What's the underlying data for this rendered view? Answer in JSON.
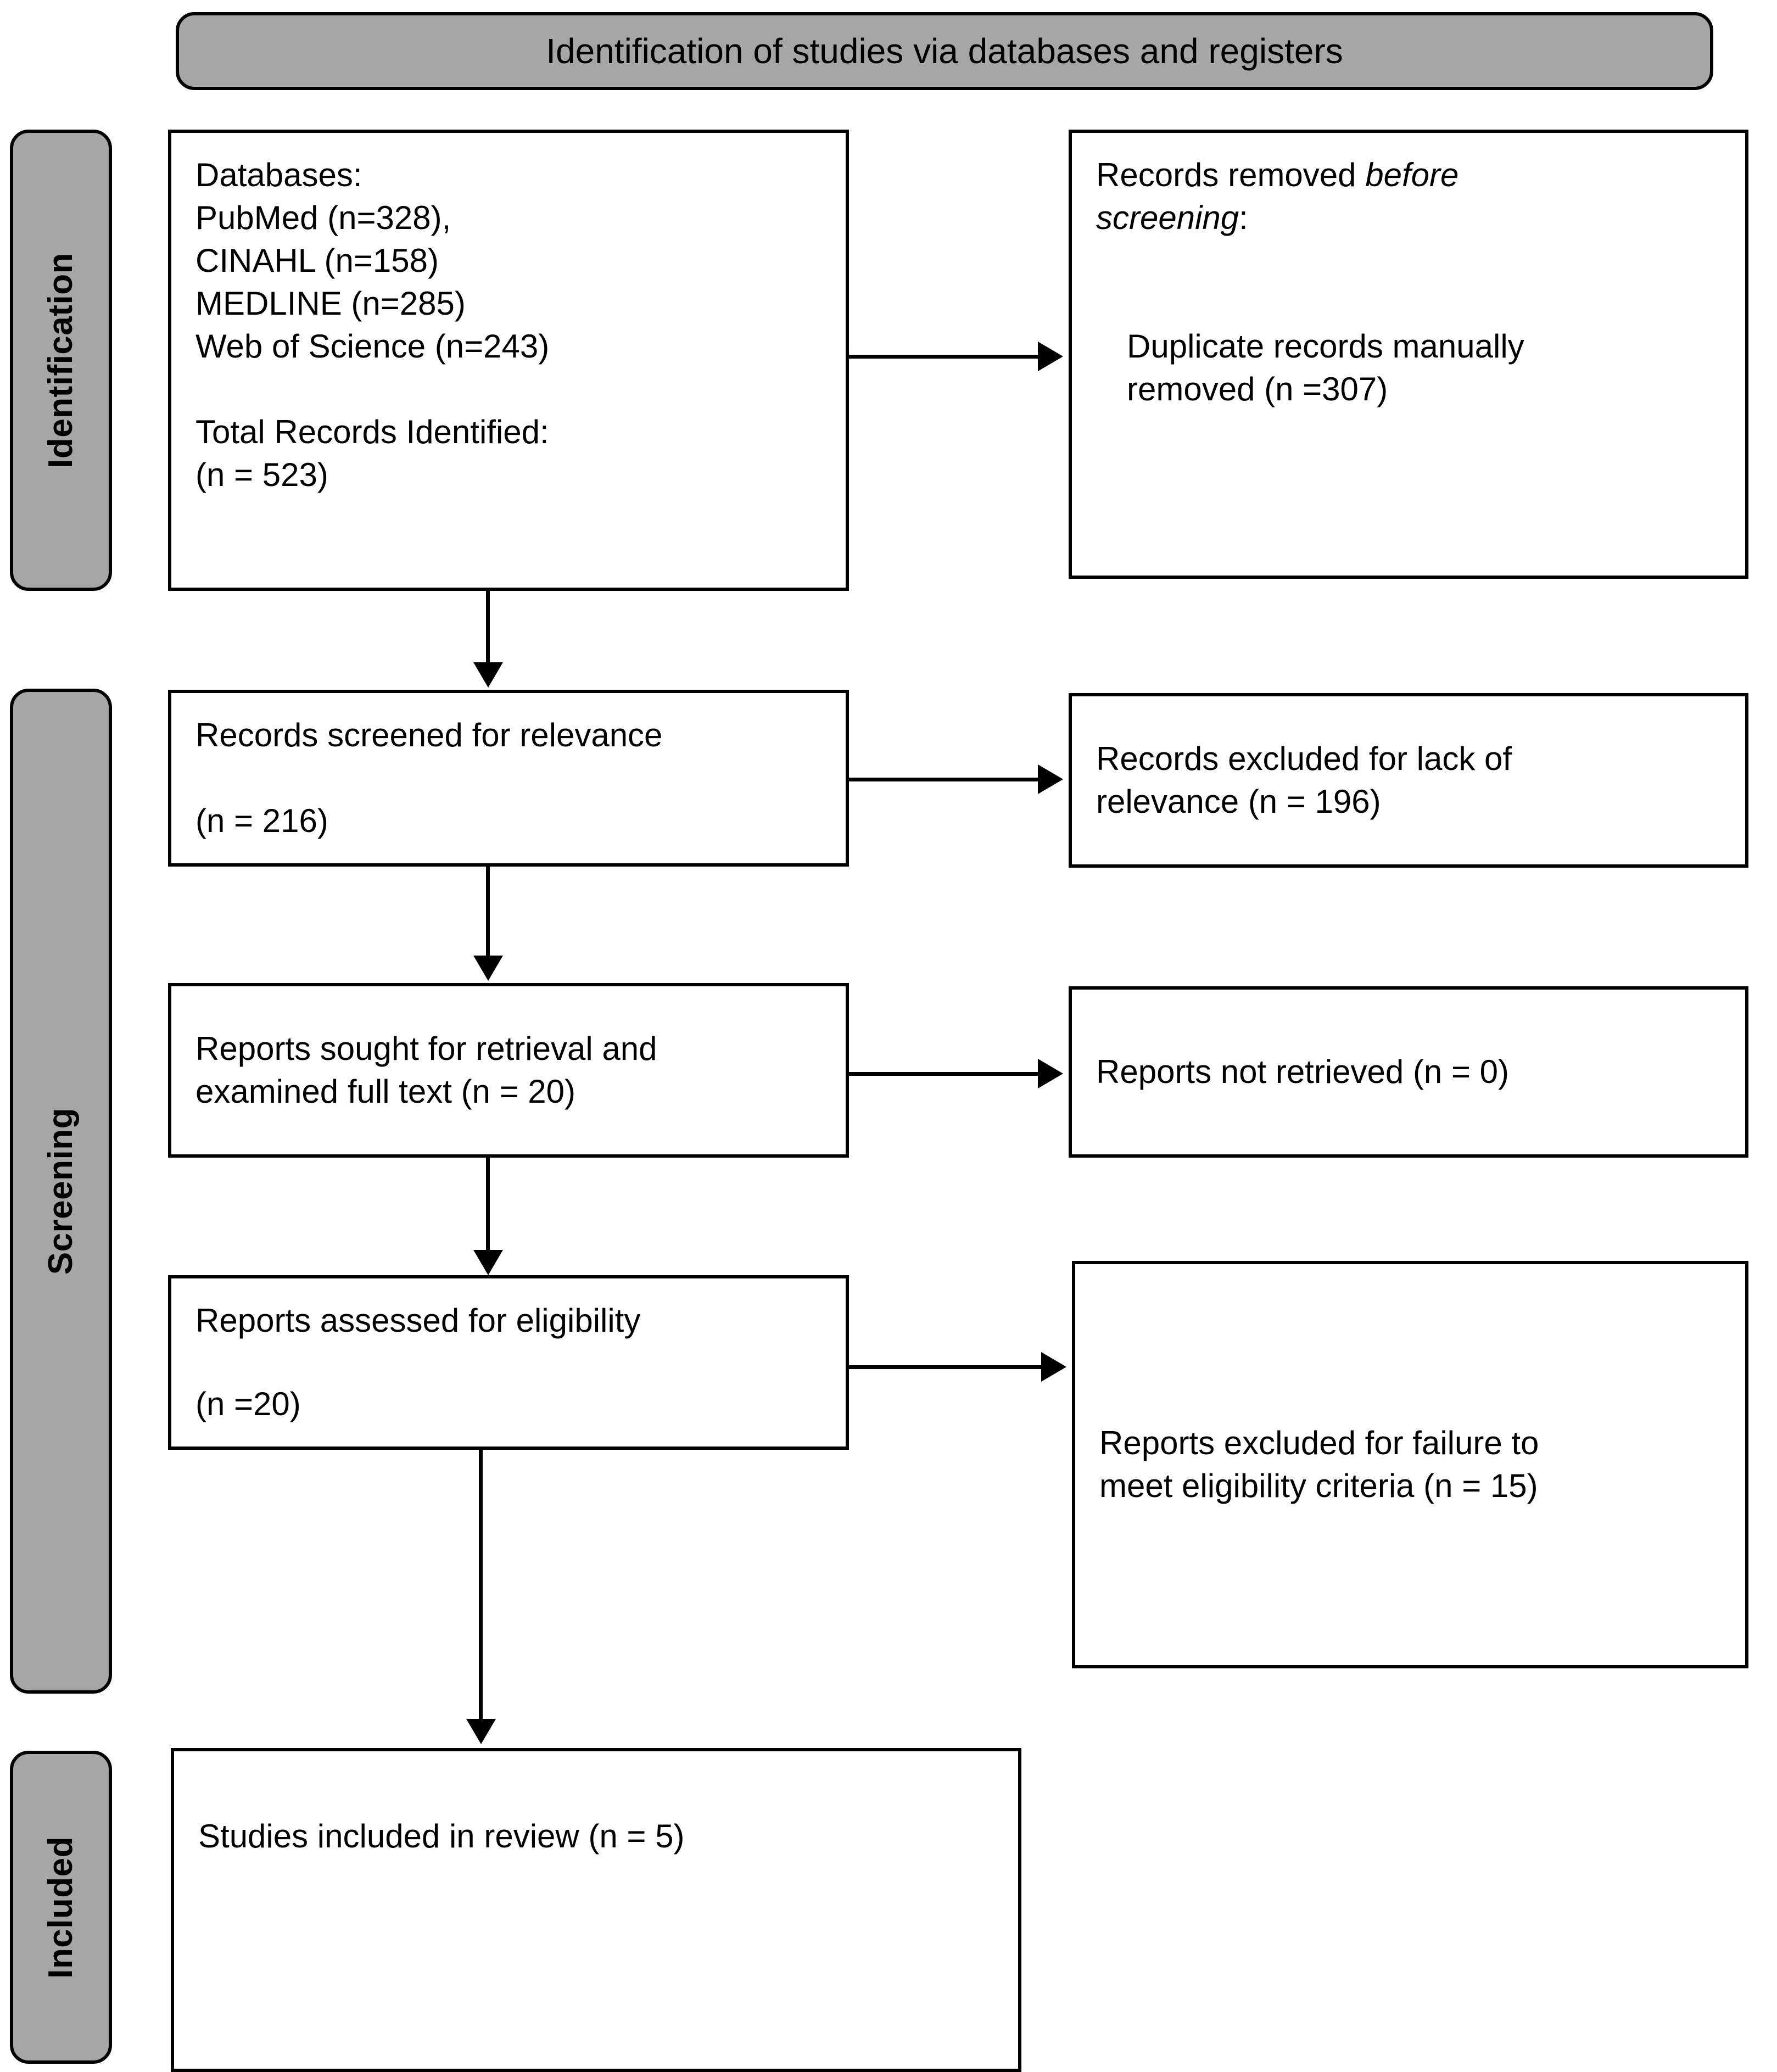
{
  "banner": {
    "title": "Identification of studies via databases and registers"
  },
  "phases": [
    {
      "label": "Identification"
    },
    {
      "label": "Screening"
    },
    {
      "label": "Included"
    }
  ],
  "flow": {
    "identification": {
      "records_identified": {
        "heading": "Databases:",
        "sources": [
          "PubMed (n=328),",
          "CINAHL (n=158)",
          "MEDLINE (n=285)",
          "Web of Science (n=243)"
        ],
        "total_label": "Total Records Identified:",
        "total_count": "(n = 523)"
      },
      "records_removed": {
        "heading_plain": "Records removed ",
        "heading_italic_1": "before",
        "heading_italic_2": "screening",
        "heading_colon": ":",
        "detail_line_1": "Duplicate records manually",
        "detail_line_2": "removed (n =307)"
      }
    },
    "screening": {
      "records_screened": {
        "line_1": "Records screened for relevance",
        "line_2": "(n = 216)"
      },
      "records_excluded": {
        "line_1": "Records excluded for lack of",
        "line_2": "relevance (n = 196)"
      },
      "reports_sought": {
        "line_1": "Reports sought for retrieval and",
        "line_2": "examined full text (n = 20)"
      },
      "reports_not_retrieved": {
        "line_1": "Reports not retrieved (n = 0)"
      },
      "reports_assessed": {
        "line_1": "Reports assessed for eligibility",
        "line_2": "(n =20)"
      },
      "reports_excluded": {
        "line_1": "Reports excluded for failure to",
        "line_2": "meet eligibility criteria (n = 15)"
      }
    },
    "included": {
      "studies_included": {
        "line_1": "Studies included in review (n = 5)"
      }
    }
  },
  "chart_data": {
    "type": "diagram",
    "title": "Identification of studies via databases and registers",
    "nodes": [
      {
        "id": "records_identified",
        "stage": "Identification",
        "n": 523
      },
      {
        "id": "pubmed",
        "stage": "Identification",
        "n": 328
      },
      {
        "id": "cinahl",
        "stage": "Identification",
        "n": 158
      },
      {
        "id": "medline",
        "stage": "Identification",
        "n": 285
      },
      {
        "id": "web_of_science",
        "stage": "Identification",
        "n": 243
      },
      {
        "id": "duplicates_removed",
        "stage": "Identification",
        "n": 307
      },
      {
        "id": "records_screened",
        "stage": "Screening",
        "n": 216
      },
      {
        "id": "records_excluded",
        "stage": "Screening",
        "n": 196
      },
      {
        "id": "reports_sought",
        "stage": "Screening",
        "n": 20
      },
      {
        "id": "reports_not_retrieved",
        "stage": "Screening",
        "n": 0
      },
      {
        "id": "reports_assessed",
        "stage": "Screening",
        "n": 20
      },
      {
        "id": "reports_excluded",
        "stage": "Screening",
        "n": 15
      },
      {
        "id": "studies_included",
        "stage": "Included",
        "n": 5
      }
    ]
  },
  "colors": {
    "phase_fill": "#a6a6a6",
    "border": "#000000",
    "box_fill": "#ffffff",
    "text": "#000000"
  }
}
